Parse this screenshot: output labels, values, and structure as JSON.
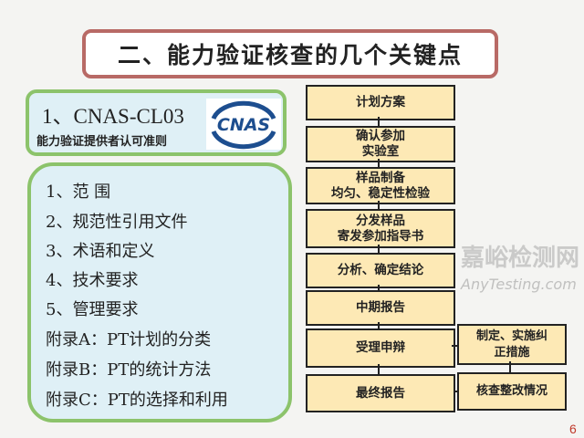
{
  "title": "二、能力验证核查的几个关键点",
  "standard": {
    "code": "1、CNAS-CL03",
    "name": "能力验证提供者认可准则",
    "logo_text": "CNAS"
  },
  "contents": [
    "1、范 围",
    "2、规范性引用文件",
    "3、术语和定义",
    "4、技术要求",
    "5、管理要求",
    "附录A：PT计划的分类",
    "附录B：PT的统计方法",
    "附录C：PT的选择和利用"
  ],
  "flow": [
    [
      "计划方案"
    ],
    [
      "确认参加",
      "实验室"
    ],
    [
      "样品制备",
      "均匀、稳定性检验"
    ],
    [
      "分发样品",
      "寄发参加指导书"
    ],
    [
      "分析、确定结论"
    ],
    [
      "中期报告"
    ],
    [
      "受理申辩"
    ],
    [
      "最终报告"
    ]
  ],
  "side_flow": [
    [
      "制定、实施纠",
      "正措施"
    ],
    [
      "核查整改情况"
    ]
  ],
  "watermark": {
    "line1": "嘉峪检测网",
    "line2": "AnyTesting.com"
  },
  "page_number": "6",
  "colors": {
    "box_fill": "#fde9b5",
    "panel_fill": "#dff0f6",
    "panel_border": "#8cc36b",
    "title_border": "#b86a66",
    "logo_blue": "#1d4e8f"
  }
}
